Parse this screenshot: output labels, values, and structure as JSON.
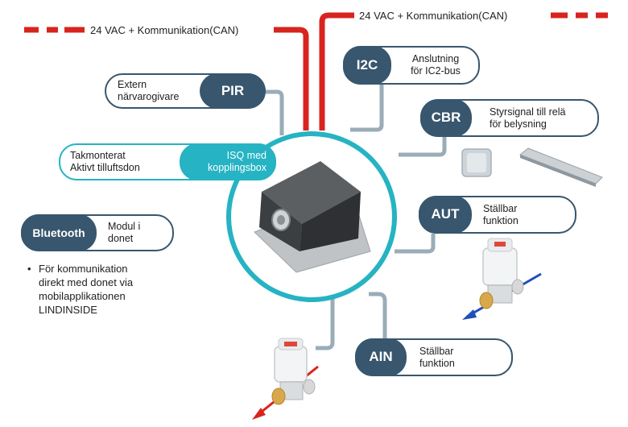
{
  "top_labels": {
    "left": "24 VAC + Kommunikation(CAN)",
    "right": "24 VAC + Kommunikation(CAN)"
  },
  "pir": {
    "tag": "PIR",
    "text_line1": "Extern",
    "text_line2": "närvarogivare"
  },
  "isq": {
    "left_line1": "Takmonterat",
    "left_line2": "Aktivt tilluftsdon",
    "tag_line1": "ISQ med",
    "tag_line2": "kopplingsbox"
  },
  "i2c": {
    "tag": "I2C",
    "text_line1": "Anslutning",
    "text_line2": "för IC2-bus"
  },
  "cbr": {
    "tag": "CBR",
    "text_line1": "Styrsignal till relä",
    "text_line2": "för belysning"
  },
  "aut": {
    "tag": "AUT",
    "text_line1": "Ställbar",
    "text_line2": "funktion"
  },
  "bluetooth": {
    "tag": "Bluetooth",
    "text_line1": "Modul i",
    "text_line2": "donet"
  },
  "ain": {
    "tag": "AIN",
    "text_line1": "Ställbar",
    "text_line2": "funktion"
  },
  "bullet": {
    "symbol": "•",
    "line1": "För kommunikation",
    "line2": "direkt med donet via",
    "line3": "mobilapplikationen",
    "line4": "LINDINSIDE"
  },
  "colors": {
    "dark_blue": "#38566d",
    "teal": "#26b3c3",
    "red": "#d8241e",
    "wire_gray": "#9aacb7",
    "arrow_blue": "#1f4fb8",
    "arrow_red": "#d8241e"
  }
}
